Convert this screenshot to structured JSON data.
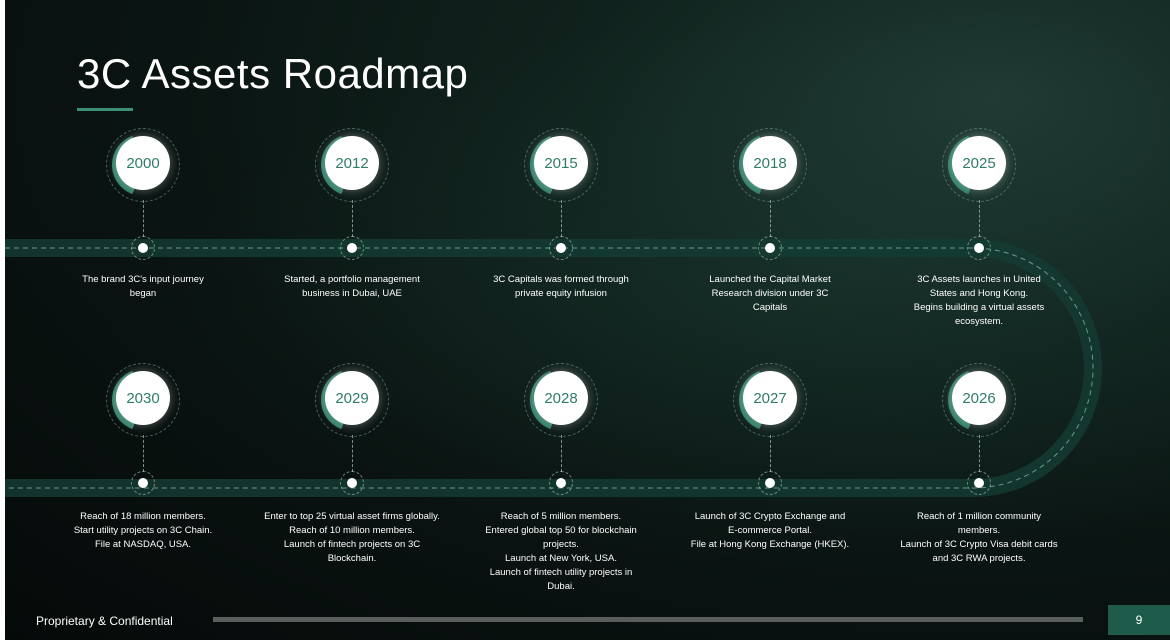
{
  "slide": {
    "title": "3C Assets Roadmap",
    "footer": "Proprietary & Confidential",
    "page_number": "9",
    "accent_color": "#2f7d67"
  },
  "top_row": [
    {
      "year": "2000",
      "lines": [
        "The brand 3C's input journey",
        "began"
      ]
    },
    {
      "year": "2012",
      "lines": [
        "Started, a portfolio management",
        "business in Dubai, UAE"
      ]
    },
    {
      "year": "2015",
      "lines": [
        "3C Capitals was formed through",
        "private equity infusion"
      ]
    },
    {
      "year": "2018",
      "lines": [
        "Launched the Capital Market",
        "Research division under 3C",
        "Capitals"
      ]
    },
    {
      "year": "2025",
      "lines": [
        "3C Assets launches in United",
        "States and Hong Kong.",
        "Begins building a virtual assets",
        "ecosystem."
      ]
    }
  ],
  "bottom_row": [
    {
      "year": "2030",
      "lines": [
        "Reach of 18 million members.",
        "Start utility projects on 3C Chain.",
        "File at NASDAQ, USA."
      ]
    },
    {
      "year": "2029",
      "lines": [
        "Enter to top 25 virtual asset firms globally.",
        "Reach of 10 million members.",
        "Launch of fintech projects on 3C",
        "Blockchain."
      ]
    },
    {
      "year": "2028",
      "lines": [
        "Reach of 5 million members.",
        "Entered global top 50 for blockchain",
        "projects.",
        "Launch at New York, USA.",
        "Launch of fintech utility projects in",
        "Dubai."
      ]
    },
    {
      "year": "2027",
      "lines": [
        "Launch of 3C Crypto Exchange and",
        "E-commerce Portal.",
        "File at Hong Kong Exchange (HKEX)."
      ]
    },
    {
      "year": "2026",
      "lines": [
        "Reach of 1 million community",
        "members.",
        "Launch of 3C Crypto Visa debit cards",
        "and 3C RWA projects."
      ]
    }
  ]
}
